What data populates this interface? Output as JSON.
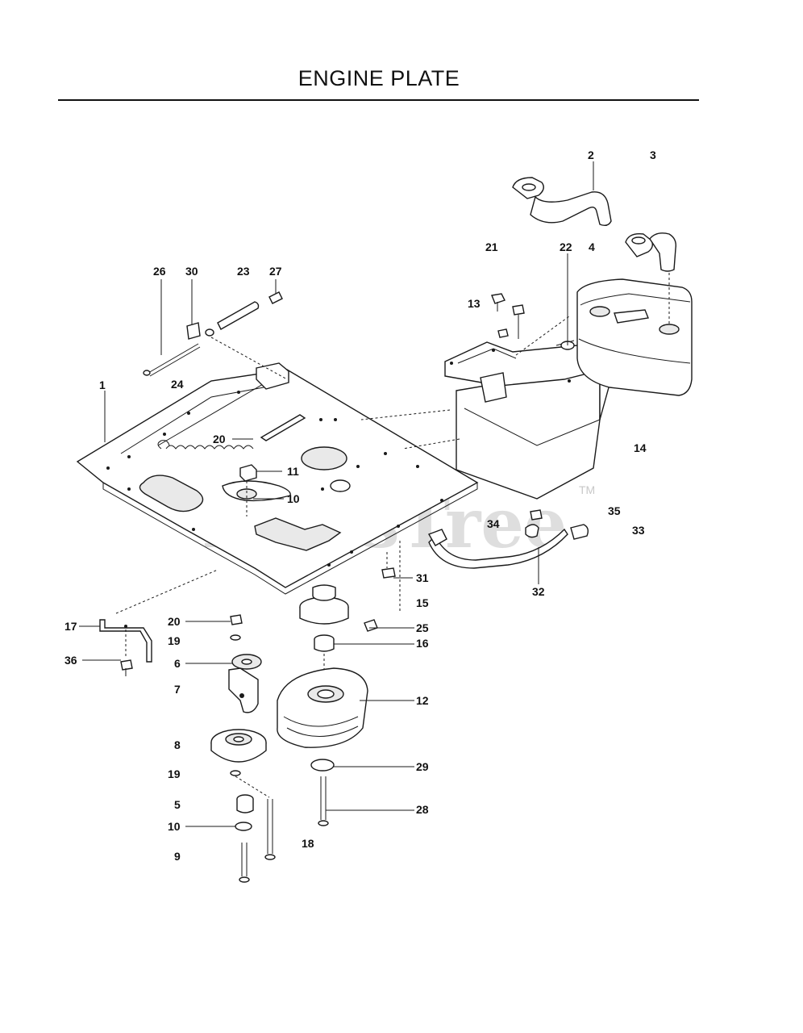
{
  "title": "ENGINE PLATE",
  "watermark": {
    "text": "PartsTree",
    "tm": "TM"
  },
  "callouts": [
    "1",
    "2",
    "3",
    "4",
    "5",
    "6",
    "7",
    "8",
    "9",
    "10",
    "10",
    "11",
    "12",
    "13",
    "14",
    "15",
    "16",
    "17",
    "18",
    "19",
    "19",
    "20",
    "20",
    "21",
    "22",
    "23",
    "24",
    "25",
    "26",
    "27",
    "28",
    "29",
    "30",
    "31",
    "32",
    "33",
    "34",
    "35",
    "36"
  ]
}
